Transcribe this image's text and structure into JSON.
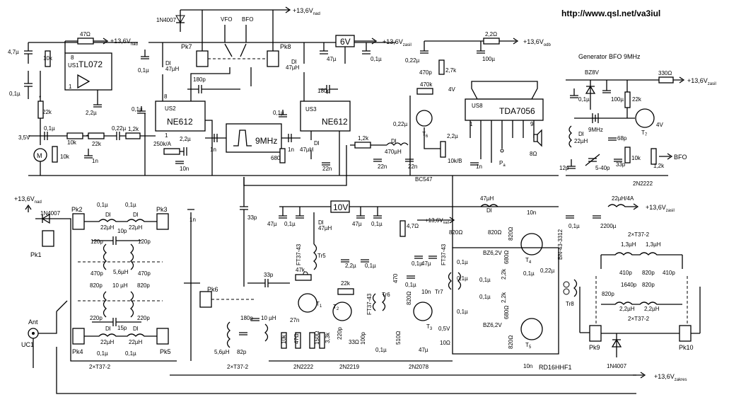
{
  "url": "http://www.qsl.net/va3iul",
  "rails": {
    "v_nad": "+13,6V",
    "sub_nad": "nad",
    "v_zasil": "+13,6V",
    "sub_zasil": "zasil",
    "v_odb": "+13,6V",
    "sub_odb": "odb",
    "v_zakres": "+13,6V",
    "sub_zakres": "zakres"
  },
  "ics": {
    "us1": "US1",
    "tl072": "TL072",
    "us2": "US2",
    "us3": "US3",
    "ne612a": "NE612",
    "ne612b": "NE612",
    "us8": "US8",
    "tda": "TDA7056",
    "filter": "9MHz"
  },
  "reg": {
    "r6v": "6V",
    "r10v": "10V"
  },
  "bfo_gen": {
    "title": "Generator BFO 9MHz",
    "zener": "BZ8V",
    "c01": "0,1µ",
    "c100": "100µ",
    "r22k": "22k",
    "r330": "330Ω",
    "xtal": "9MHz",
    "dl": "Dl",
    "l22": "22µH",
    "c68": "68p",
    "c12": "12p",
    "trim": "5-40p",
    "c33": "33p",
    "r10k": "10k",
    "r12k": "1,2k",
    "t7": "T",
    "t7sub": "7",
    "v4": "4V",
    "bfo": "BFO",
    "type": "2N2222"
  },
  "top": {
    "r47": "47Ω",
    "c47u": "4,7µ",
    "c01a": "0,1µ",
    "r10k_a": "10k",
    "r22k_a": "22k",
    "c35": "3,5V",
    "motor": "M",
    "r10k_b": "10k",
    "r10k_c": "10k",
    "r22k_b": "22k",
    "c1n": "1n",
    "c22u": "2,2µ",
    "c01b": "0,1µ",
    "c022": "0,22µ",
    "r12": "1,2k",
    "c01c": "0,1µ",
    "dl47": "Dl",
    "l47": "47µH",
    "pin8a": "8",
    "pin1a": "1",
    "pin8b": "8",
    "pin1b": "1",
    "c180a": "180p",
    "c180b": "180p",
    "r250": "250k/A",
    "c22ub": "2,2µ",
    "c10n": "10n",
    "c1nb": "1n",
    "r680": "680",
    "c1nc": "1n",
    "c01d": "0,1µ",
    "dl47b": "Dl",
    "l47b": "47µH",
    "c01e": "0,1µ",
    "dl47c": "Dl",
    "l47c": "47µH",
    "c22n": "22n",
    "r12k": "1,2k",
    "dl470": "Dl",
    "l470": "470µH",
    "c22na": "22n",
    "c22nb": "22n",
    "d1": "1N4007",
    "vfo": "VFO",
    "bfo": "BFO",
    "pk7": "Pk7",
    "pk8": "Pk8",
    "c47": "47µ",
    "c01f": "0,1µ",
    "r22": "2,2Ω",
    "c022b": "0,22µ",
    "c470p": "470p",
    "r470k": "470k",
    "r27k": "2,7k",
    "v4": "4V",
    "c100u": "100µ",
    "c022c": "0,22µ",
    "t6": "T",
    "t6sub": "6",
    "c22uc": "2,2µ",
    "r10kb": "10k/B",
    "c1nd": "1n",
    "pa": "P",
    "pasub": "a",
    "spk": "8Ω",
    "bc547": "BC547",
    "pin1": "1",
    "pin9": "9"
  },
  "bpf": {
    "v": "+13,6V",
    "vsub": "nad",
    "d1": "1N4007",
    "pk1": "Pk1",
    "pk2": "Pk2",
    "pk3": "Pk3",
    "pk4": "Pk4",
    "pk5": "Pk5",
    "c01a": "0,1µ",
    "c01b": "0,1µ",
    "c01c": "0,1µ",
    "c01d": "0,1µ",
    "dl1": "Dl",
    "l22a": "22µH",
    "dl2": "Dl",
    "l22b": "22µH",
    "dl3": "Dl",
    "l22c": "22µH",
    "dl4": "Dl",
    "l22d": "22µH",
    "c10p": "10p",
    "c120a": "120p",
    "c120b": "120p",
    "c470a": "470p",
    "l56": "5,6µH",
    "c470b": "470p",
    "c820a": "820p",
    "l10": "10 µH",
    "c820b": "820p",
    "c220a": "220p",
    "c15p": "15p",
    "c220b": "220p",
    "ant": "Ant",
    "uc1": "UC1",
    "t37": "2×T37-2",
    "c1n": "1n"
  },
  "rx": {
    "pk6": "Pk6",
    "c33p": "33p",
    "c33pb": "33p",
    "l56": "5,6µH",
    "c82": "82p",
    "c180": "180p",
    "l10": "10 µH",
    "t37": "2×T37-2",
    "c47": "47µ",
    "c01a": "0,1µ",
    "dl": "Dl",
    "l47": "47µH",
    "ft37a": "FT37-43",
    "tr5": "Tr5",
    "r47k": "47k",
    "t1": "T",
    "t1sub": "1",
    "c27n": "27n",
    "r10k": "10k",
    "r47": "47Ω",
    "r150": "150Ω",
    "r33k": "3,3k",
    "n2222": "2N2222",
    "c47b": "47µ",
    "c01b": "0,1µ",
    "c22u": "2,2µ",
    "c01c": "0,1µ",
    "r22k": "22k",
    "t2": "T",
    "t2sub": "2",
    "ft37b": "FT37-43",
    "tr6": "Tr6",
    "c220p": "220p",
    "r33": "33Ω",
    "c100p": "100p",
    "n2219": "2N2219",
    "r47b": "4,7Ω",
    "r470": "470",
    "c01d": "0,1µ",
    "c47c": "47µ",
    "c01e": "0,1µ",
    "c10n": "10n",
    "r820": "820Ω",
    "t3": "T",
    "t3sub": "3",
    "v05": "0,5V",
    "c01f": "0,1µ",
    "r510": "510Ω",
    "c47d": "47µ",
    "r10": "10Ω",
    "n2078": "2N2078",
    "v13": "+13,6V",
    "v13sub": "nad"
  },
  "pa": {
    "dl": "Dl",
    "l47": "47µH",
    "l22": "22µH/4A",
    "c01": "0,1µ",
    "c2200": "2200µ",
    "r820a": "820Ω",
    "r820b": "820Ω",
    "r820c": "820Ω",
    "c10n": "10n",
    "c10nb": "10n",
    "ft37": "FT37-43",
    "tr7": "Tr7",
    "c01a": "0,1µ",
    "c01b": "0,1µ",
    "c01c": "0,1µ",
    "c01d": "0,1µ",
    "c01e": "0,1µ",
    "c01f": "0,1µ",
    "bz62a": "BZ6,2V",
    "bz62b": "BZ6,2V",
    "r22ka": "2,2k",
    "r22kb": "2,2k",
    "r680a": "680Ω",
    "r680b": "680Ω",
    "t4": "T",
    "t4sub": "4",
    "t5": "T",
    "t5sub": "5",
    "c022": "0,22µ",
    "r820d": "820Ω",
    "rd16": "RD16HHF1",
    "bn": "BN-43-3312",
    "tr8": "Tr8"
  },
  "lpf": {
    "t37a": "2×T37-2",
    "l13a": "1,3µH",
    "l13b": "1,3µH",
    "c410a": "410p",
    "c820a": "820p",
    "c410b": "410p",
    "c820b": "820p",
    "c1640": "1640p",
    "c820c": "820p",
    "l22a": "2,2µH",
    "l22b": "2,2µH",
    "t37b": "2×T37-2",
    "pk9": "Pk9",
    "pk10": "Pk10",
    "d1": "1N4007"
  }
}
